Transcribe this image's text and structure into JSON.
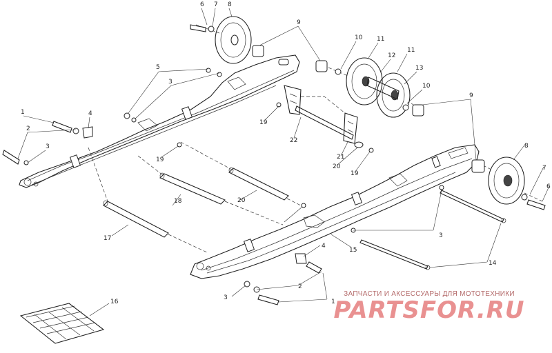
{
  "callouts": {
    "c1a": "1",
    "c2a": "2",
    "c3a": "3",
    "c3b": "3",
    "c4a": "4",
    "c5": "5",
    "c6a": "6",
    "c7a": "7",
    "c8a": "8",
    "c9a": "9",
    "c10a": "10",
    "c11a": "11",
    "c12": "12",
    "c11b": "11",
    "c13": "13",
    "c10b": "10",
    "c9b": "9",
    "c19a": "19",
    "c19b": "19",
    "c19c": "19",
    "c22": "22",
    "c21": "21",
    "c20a": "20",
    "c8b": "8",
    "c7b": "7",
    "c6b": "6",
    "c3c": "3",
    "c18": "18",
    "c20b": "20",
    "c17": "17",
    "c15": "15",
    "c14": "14",
    "c4b": "4",
    "c2b": "2",
    "c3d": "3",
    "c1b": "1",
    "c16": "16"
  },
  "watermark": {
    "tagline": "ЗАПЧАСТИ И АКСЕССУАРЫ ДЛЯ МОТОТЕХНИКИ",
    "logo": "PARTSFOR.RU"
  }
}
